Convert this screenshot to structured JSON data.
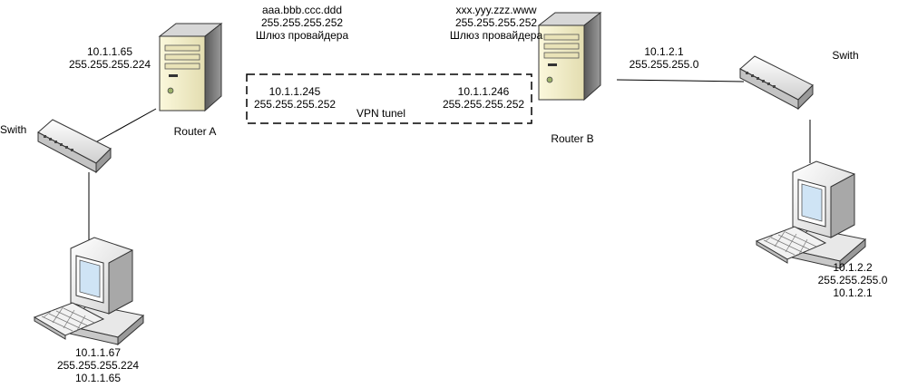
{
  "router_a": {
    "name": "Router A",
    "lan_ip": "10.1.1.65",
    "lan_mask": "255.255.255.224",
    "wan_ip": "aaa.bbb.ccc.ddd",
    "wan_mask": "255.255.255.252",
    "wan_gateway": "Шлюз  провайдера",
    "vpn_ip": "10.1.1.245",
    "vpn_mask": "255.255.255.252"
  },
  "router_b": {
    "name": "Router B",
    "lan_ip": "10.1.2.1",
    "lan_mask": "255.255.255.0",
    "wan_ip": "xxx.yyy.zzz.www",
    "wan_mask": "255.255.255.252",
    "wan_gateway": "Шлюз  провайдера",
    "vpn_ip": "10.1.1.246",
    "vpn_mask": "255.255.255.252"
  },
  "vpn": {
    "label": "VPN tunel"
  },
  "switch_left": {
    "label": "Swith"
  },
  "switch_right": {
    "label": "Swith"
  },
  "pc_left": {
    "ip": "10.1.1.67",
    "mask": "255.255.255.224",
    "gateway": "10.1.1.65"
  },
  "pc_right": {
    "ip": "10.1.2.2",
    "mask": "255.255.255.0",
    "gateway": "10.1.2.1"
  },
  "colors": {
    "server_body": "#f4f0c2",
    "server_side": "#7f7f7f",
    "switch_body": "#e6e6e6",
    "screen": "#cfe4f5",
    "line": "#000000"
  }
}
